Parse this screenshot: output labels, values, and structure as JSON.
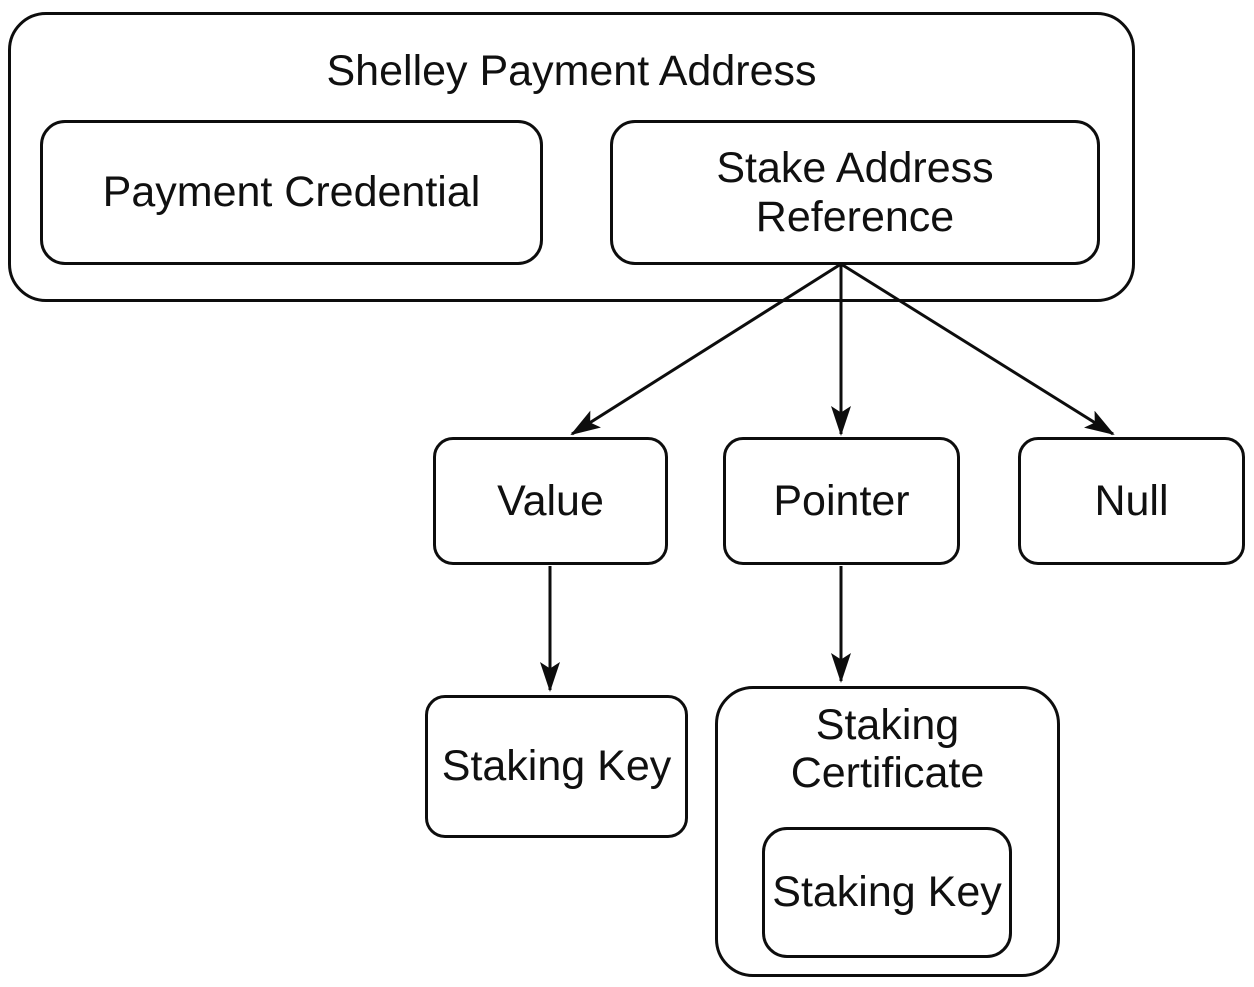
{
  "diagram": {
    "title": "Shelley Payment Address",
    "colors": {
      "stroke": "#0d0d0d",
      "text": "#101010",
      "background": "#ffffff"
    },
    "nodes": {
      "shelley": {
        "label": "Shelley Payment Address"
      },
      "payment_credential": {
        "label": "Payment Credential"
      },
      "stake_address_reference": {
        "label": "Stake Address Reference"
      },
      "value": {
        "label": "Value"
      },
      "pointer": {
        "label": "Pointer"
      },
      "null_option": {
        "label": "Null"
      },
      "staking_key": {
        "label": "Staking Key"
      },
      "staking_certificate": {
        "label": "Staking Certificate"
      },
      "staking_key_inner": {
        "label": "Staking Key"
      }
    },
    "edges": [
      {
        "from": "stake_address_reference",
        "to": "value"
      },
      {
        "from": "stake_address_reference",
        "to": "pointer"
      },
      {
        "from": "stake_address_reference",
        "to": "null_option"
      },
      {
        "from": "value",
        "to": "staking_key"
      },
      {
        "from": "pointer",
        "to": "staking_certificate"
      }
    ]
  }
}
